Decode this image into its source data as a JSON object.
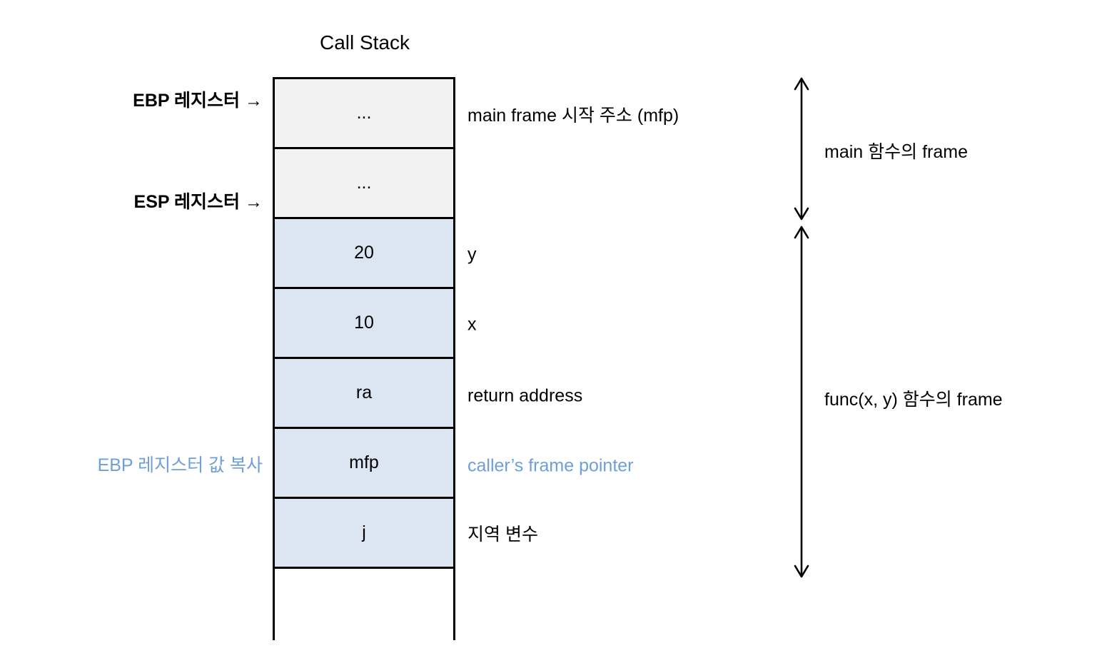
{
  "title": "Call Stack",
  "colors": {
    "cell_gray": "#f2f2f2",
    "cell_blue": "#dce6f2",
    "accent_blue_text": "#6f9fd8",
    "border": "#000000"
  },
  "stack": {
    "rows": [
      {
        "value": "...",
        "fill": "gray",
        "label": "main frame 시작 주소 (mfp)"
      },
      {
        "value": "...",
        "fill": "gray",
        "label": ""
      },
      {
        "value": "20",
        "fill": "blue",
        "label": "y"
      },
      {
        "value": "10",
        "fill": "blue",
        "label": "x"
      },
      {
        "value": "ra",
        "fill": "blue",
        "label": "return address"
      },
      {
        "value": "mfp",
        "fill": "blue",
        "label": "caller’s frame pointer"
      },
      {
        "value": "j",
        "fill": "blue",
        "label": "지역 변수"
      },
      {
        "value": "",
        "fill": "open",
        "label": ""
      }
    ]
  },
  "left_annotations": {
    "ebp": "EBP 레지스터 →",
    "esp": "ESP 레지스터 →",
    "ebp_copy": "EBP 레지스터 값 복사"
  },
  "frames": {
    "main_frame": "main 함수의 frame",
    "func_frame": "func(x, y) 함수의 frame"
  }
}
